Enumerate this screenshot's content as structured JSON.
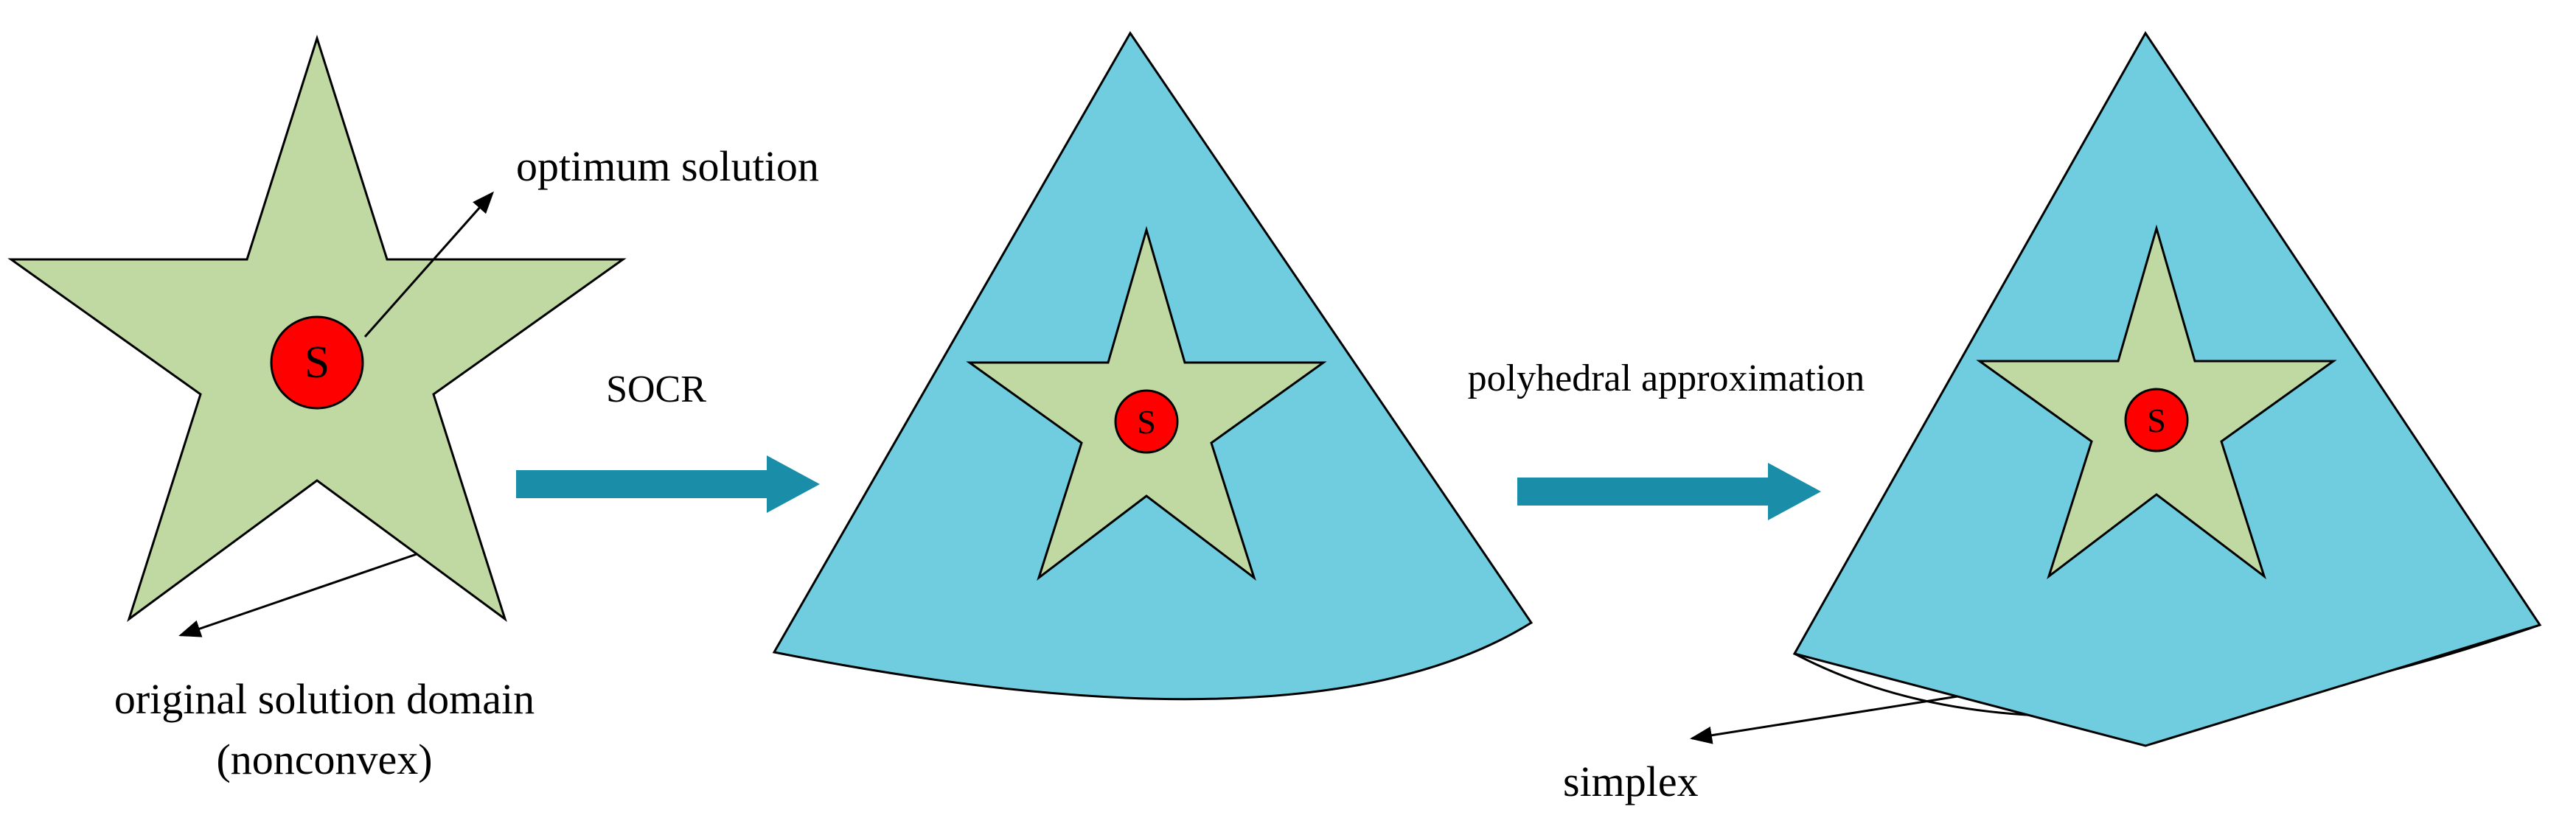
{
  "colors": {
    "star_fill": "#c0d9a2",
    "circle_fill": "#ff0000",
    "cone_fill": "#6fcddf",
    "arrow_fill": "#1a8ea8",
    "outline": "#000000"
  },
  "panel1": {
    "marker": "S",
    "optimum_label": "optimum solution",
    "domain_label_line1": "original solution domain",
    "domain_label_line2": "(nonconvex)"
  },
  "arrow1": {
    "label": "SOCR"
  },
  "panel2": {
    "marker": "S"
  },
  "arrow2": {
    "label": "polyhedral approximation"
  },
  "panel3": {
    "marker": "S",
    "simplex_label": "simplex"
  }
}
